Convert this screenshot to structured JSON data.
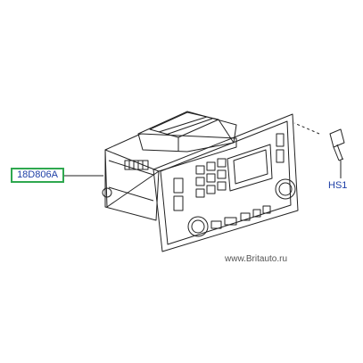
{
  "callouts": {
    "part_number": "18D806A",
    "fastener": "HS1"
  },
  "watermark": "www.Britauto.ru"
}
